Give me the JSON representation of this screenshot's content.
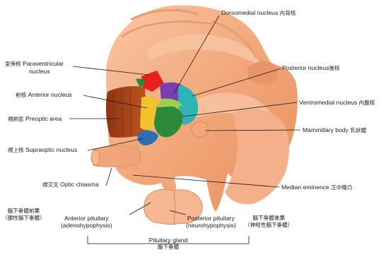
{
  "labels": {
    "dorsomedial": {
      "en": "Dorsomedial nucleus",
      "zh": "內背核"
    },
    "paraventricular": {
      "zh": "室旁核",
      "en_line1": "Paraventricular",
      "en_line2": "nucleus"
    },
    "anterior": {
      "zh": "前核",
      "en": "Anterior nucleus"
    },
    "preoptic": {
      "zh": "視前區",
      "en": "Preoptic area"
    },
    "supraoptic": {
      "zh": "視上核",
      "en": "Supraoptic nucleus"
    },
    "optic_chiasma": {
      "zh": "視交叉",
      "en": "Optic chiasma"
    },
    "posterior_nucleus": {
      "en": "Posterior nucleus",
      "zh": "後核"
    },
    "ventromedial": {
      "en": "Ventromedial nucleus",
      "zh": "內腹核"
    },
    "mammillary": {
      "en": "Mammillary body",
      "zh": "乳狀體"
    },
    "median_eminence": {
      "en": "Median eminence",
      "zh": "正中隆凸"
    },
    "anterior_pituitary": {
      "zh_line1": "腦下垂體前葉",
      "zh_line2": "（腺性腦下垂體）",
      "en_line1": "Anterior pituitary",
      "en_line2": "(adenohypophysis)"
    },
    "posterior_pituitary": {
      "en_line1": "Posterior pituitary",
      "en_line2": "(neurohypophysis)",
      "zh_line1": "腦下垂體後葉",
      "zh_line2": "（神經性腦下垂體）"
    },
    "pituitary_gland": {
      "en": "Pituitary gland",
      "zh": "腦下垂體"
    }
  },
  "colors": {
    "brain_tissue": "#f2a77a",
    "brain_light": "#f8c3a0",
    "paraventricular": "#e8201c",
    "anterior": "#f2c12e",
    "preoptic": "#a8431c",
    "dorsomedial": "#7a3fb0",
    "posterior": "#2fb3b5",
    "ventromedial": "#2a8a3a",
    "supraoptic": "#2e6fb0",
    "leader_line": "#1a1a1a"
  }
}
